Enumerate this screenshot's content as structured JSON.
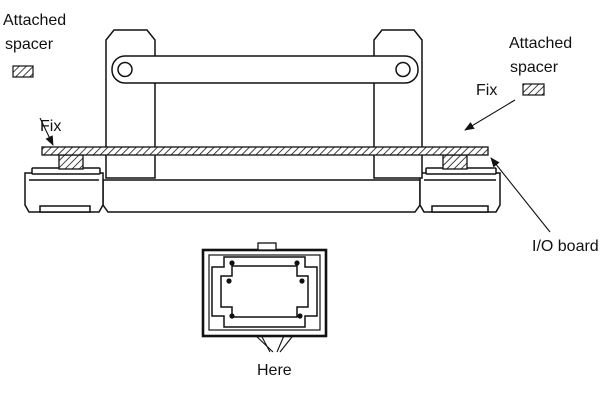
{
  "labels": {
    "attached_spacer_left_line1": "Attached",
    "attached_spacer_left_line2": "spacer",
    "attached_spacer_right_line1": "Attached",
    "attached_spacer_right_line2": "spacer",
    "fix_left": "Fix",
    "fix_right": "Fix",
    "io_board": "I/O board",
    "here": "Here"
  },
  "colors": {
    "stroke": "#111111",
    "background": "#ffffff"
  }
}
